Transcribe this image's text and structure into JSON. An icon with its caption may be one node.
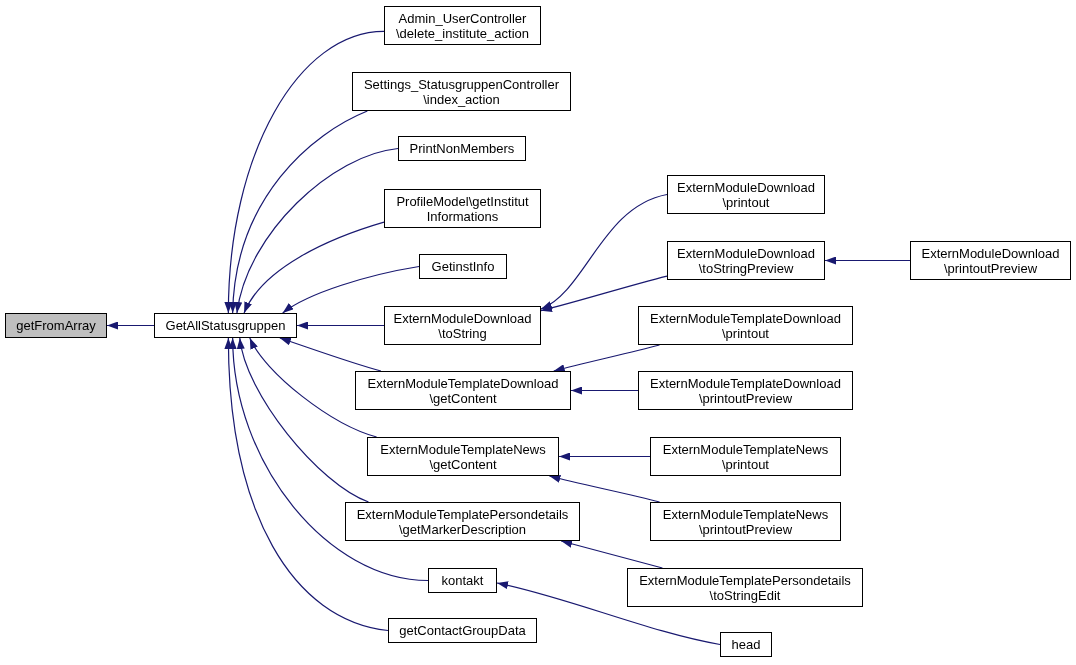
{
  "diagram": {
    "nodes": [
      {
        "text": [
          "getFromArray"
        ]
      },
      {
        "text": [
          "GetAllStatusgruppen"
        ]
      },
      {
        "text": [
          "Admin_UserController \\delete_institute_action"
        ]
      },
      {
        "text": [
          "Settings_StatusgruppenController \\index_action"
        ]
      },
      {
        "text": [
          "PrintNonMembers"
        ]
      },
      {
        "text": [
          "ProfileModel\\getInstitut Informations"
        ]
      },
      {
        "text": [
          "GetinstInfo"
        ]
      },
      {
        "text": [
          "ExternModuleDownload \\toString"
        ]
      },
      {
        "text": [
          "ExternModuleTemplateDownload \\getContent"
        ]
      },
      {
        "text": [
          "ExternModuleTemplateNews \\getContent"
        ]
      },
      {
        "text": [
          "ExternModuleTemplatePersondetails \\getMarkerDescription"
        ]
      },
      {
        "text": [
          "kontakt"
        ]
      },
      {
        "text": [
          "getContactGroupData"
        ]
      },
      {
        "text": [
          "ExternModuleDownload \\printout"
        ]
      },
      {
        "text": [
          "ExternModuleDownload \\toStringPreview"
        ]
      },
      {
        "text": [
          "ExternModuleDownload \\printoutPreview"
        ]
      },
      {
        "text": [
          "ExternModuleTemplateDownload \\printout"
        ]
      },
      {
        "text": [
          "ExternModuleTemplateDownload \\printoutPreview"
        ]
      },
      {
        "text": [
          "ExternModuleTemplateNews \\printout"
        ]
      },
      {
        "text": [
          "ExternModuleTemplateNews \\printoutPreview"
        ]
      },
      {
        "text": [
          "ExternModuleTemplatePersondetails \\toStringEdit"
        ]
      },
      {
        "text": [
          "head"
        ]
      }
    ],
    "edges": [
      {
        "from": 1,
        "to": 0,
        "arrow": "to"
      },
      {
        "from": 2,
        "to": 1,
        "arrow": "to"
      },
      {
        "from": 3,
        "to": 1,
        "arrow": "to"
      },
      {
        "from": 4,
        "to": 1,
        "arrow": "to"
      },
      {
        "from": 5,
        "to": 1,
        "arrow": "to"
      },
      {
        "from": 6,
        "to": 1,
        "arrow": "to"
      },
      {
        "from": 7,
        "to": 1,
        "arrow": "to"
      },
      {
        "from": 8,
        "to": 1,
        "arrow": "to"
      },
      {
        "from": 9,
        "to": 1,
        "arrow": "to"
      },
      {
        "from": 10,
        "to": 1,
        "arrow": "to"
      },
      {
        "from": 11,
        "to": 1,
        "arrow": "to"
      },
      {
        "from": 12,
        "to": 1,
        "arrow": "to"
      },
      {
        "from": 13,
        "to": 7,
        "arrow": "to"
      },
      {
        "from": 14,
        "to": 7,
        "arrow": "to"
      },
      {
        "from": 15,
        "to": 14,
        "arrow": "to"
      },
      {
        "from": 16,
        "to": 8,
        "arrow": "to"
      },
      {
        "from": 17,
        "to": 8,
        "arrow": "to"
      },
      {
        "from": 18,
        "to": 9,
        "arrow": "to"
      },
      {
        "from": 19,
        "to": 9,
        "arrow": "to"
      },
      {
        "from": 20,
        "to": 10,
        "arrow": "to"
      },
      {
        "from": 21,
        "to": 11,
        "arrow": "to"
      }
    ]
  }
}
